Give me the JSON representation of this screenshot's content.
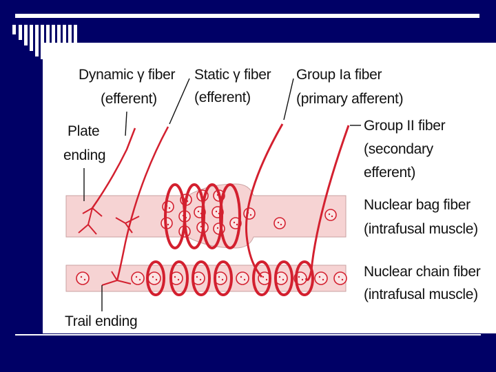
{
  "colors": {
    "background": "#000066",
    "rule": "#ffffff",
    "fiber": "#d3202f",
    "muscle_fill": "#f6d3d3",
    "nucleus_fill": "#fbe3e3"
  },
  "labels": {
    "dynamic_gamma": {
      "line1": "Dynamic γ fiber",
      "line2": "(efferent)"
    },
    "static_gamma": {
      "line1": "Static γ fiber",
      "line2": "(efferent)"
    },
    "group_ia": {
      "line1": "Group Ia fiber",
      "line2": "(primary afferent)"
    },
    "group_ii": {
      "line1": "Group II fiber",
      "line2": "(secondary",
      "line3": "efferent)"
    },
    "plate_ending": {
      "line1": "Plate",
      "line2": "ending"
    },
    "nuclear_bag": {
      "line1": "Nuclear bag fiber",
      "line2": "(intrafusal muscle)"
    },
    "nuclear_chain": {
      "line1": "Nuclear chain fiber",
      "line2": "(intrafusal muscle)"
    },
    "trail_ending": "Trail ending"
  }
}
